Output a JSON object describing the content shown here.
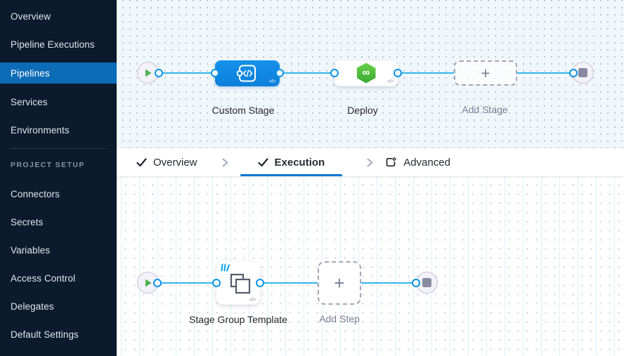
{
  "sidebar": {
    "nav_items": [
      {
        "label": "Overview"
      },
      {
        "label": "Pipeline Executions"
      },
      {
        "label": "Pipelines"
      },
      {
        "label": "Services"
      },
      {
        "label": "Environments"
      }
    ],
    "section_title": "PROJECT SETUP",
    "setup_items": [
      {
        "label": "Connectors"
      },
      {
        "label": "Secrets"
      },
      {
        "label": "Variables"
      },
      {
        "label": "Access Control"
      },
      {
        "label": "Delegates"
      },
      {
        "label": "Default Settings"
      }
    ]
  },
  "stage_graph": {
    "stage_custom_label": "Custom Stage",
    "stage_deploy_label": "Deploy",
    "add_stage_label": "Add Stage",
    "code_badge": "</>",
    "plus": "+"
  },
  "tab_bar": {
    "overview_label": "Overview",
    "execution_label": "Execution",
    "advanced_label": "Advanced"
  },
  "step_graph": {
    "template_label": "Stage Group Template",
    "add_step_label": "Add Step",
    "code_badge": "</>",
    "plus": "+"
  },
  "colors": {
    "sidebar_bg": "#0b1b2d",
    "active_nav_bg": "#0d6cb8",
    "tab_underline": "#0278d5",
    "edge_line": "#30b4ee",
    "link_dot_ring": "#0a93e4",
    "stage_node_blue": "#0d86e0",
    "deploy_green": "#42b636",
    "canvas_tint": "#f1f8fd"
  }
}
